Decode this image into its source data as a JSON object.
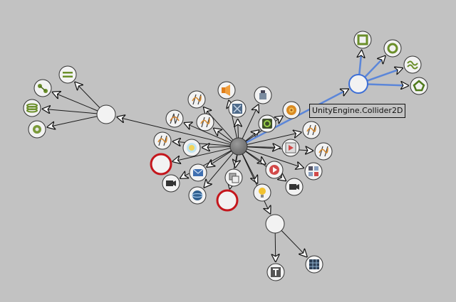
{
  "tooltip": {
    "text": "UnityEngine.Collider2D"
  },
  "colors": {
    "background": "#c2c2c2",
    "edge": "#1a1a1a",
    "highlight_edge": "#5b86d9",
    "hub_fill": "#7f7f7f",
    "node_fill": "#f2f2f2",
    "selected_ring": "#3d6fd6",
    "missing_ring": "#c4161c"
  },
  "nodes": [
    {
      "name": "central-hub-node",
      "kind": "hub",
      "icon": "none"
    },
    {
      "name": "left-hub-node",
      "kind": "empty",
      "icon": "none"
    },
    {
      "name": "bottom-hub-node",
      "kind": "empty",
      "icon": "none"
    },
    {
      "name": "selected-collider2d-node",
      "kind": "selected",
      "icon": "none"
    },
    {
      "name": "missing-script-node-left",
      "kind": "missing",
      "icon": "none"
    },
    {
      "name": "missing-script-node-bottom",
      "kind": "missing",
      "icon": "none"
    },
    {
      "name": "box-collider2d-icon-node",
      "kind": "icon",
      "icon": "box-collider2d-icon"
    },
    {
      "name": "circle-collider2d-icon-node",
      "kind": "icon",
      "icon": "circle-collider2d-icon"
    },
    {
      "name": "edge-collider2d-icon-node",
      "kind": "icon",
      "icon": "edge-collider2d-icon"
    },
    {
      "name": "polygon-collider2d-icon-node",
      "kind": "icon",
      "icon": "polygon-collider2d-icon"
    },
    {
      "name": "slider-joint-icon-node",
      "kind": "icon",
      "icon": "slider-joint-icon"
    },
    {
      "name": "distance-joint-icon-node",
      "kind": "icon",
      "icon": "distance-joint-icon"
    },
    {
      "name": "spring-joint-icon-node",
      "kind": "icon",
      "icon": "spring-joint-icon"
    },
    {
      "name": "hinge-joint-icon-node",
      "kind": "icon",
      "icon": "hinge-joint-icon"
    },
    {
      "name": "script-icon-node-1",
      "kind": "icon",
      "icon": "csharp-script-icon"
    },
    {
      "name": "audio-source-icon-node",
      "kind": "icon",
      "icon": "audio-source-icon"
    },
    {
      "name": "navigation-icon-node",
      "kind": "icon",
      "icon": "navigation-icon"
    },
    {
      "name": "animator-icon-node",
      "kind": "icon",
      "icon": "animator-icon"
    },
    {
      "name": "animation-icon-node",
      "kind": "icon",
      "icon": "animation-icon"
    },
    {
      "name": "particle-system-icon-node",
      "kind": "icon",
      "icon": "particle-system-icon"
    },
    {
      "name": "script-icon-node-2",
      "kind": "icon",
      "icon": "csharp-script-icon"
    },
    {
      "name": "script-icon-node-3",
      "kind": "icon",
      "icon": "csharp-script-icon"
    },
    {
      "name": "script-icon-node-4",
      "kind": "icon",
      "icon": "csharp-script-icon"
    },
    {
      "name": "script-icon-node-5",
      "kind": "icon",
      "icon": "csharp-script-icon"
    },
    {
      "name": "sprite-renderer-icon-node",
      "kind": "icon",
      "icon": "sprite-renderer-icon"
    },
    {
      "name": "video-player-icon-node",
      "kind": "icon",
      "icon": "video-player-icon"
    },
    {
      "name": "mesh-renderer-icon-node",
      "kind": "icon",
      "icon": "mesh-renderer-icon"
    },
    {
      "name": "layout-group-icon-node",
      "kind": "icon",
      "icon": "layout-group-icon"
    },
    {
      "name": "envelope-icon-node",
      "kind": "icon",
      "icon": "envelope-icon"
    },
    {
      "name": "camera-icon-node-left",
      "kind": "icon",
      "icon": "camera-icon"
    },
    {
      "name": "camera-icon-node-right",
      "kind": "icon",
      "icon": "camera-icon"
    },
    {
      "name": "light-probe-icon-node",
      "kind": "icon",
      "icon": "light-probe-icon"
    },
    {
      "name": "rect-transform-icon-node",
      "kind": "icon",
      "icon": "rect-transform-icon"
    },
    {
      "name": "light-icon-node",
      "kind": "icon",
      "icon": "light-icon"
    },
    {
      "name": "text-icon-node",
      "kind": "icon",
      "icon": "text-icon"
    },
    {
      "name": "grid-icon-node",
      "kind": "icon",
      "icon": "grid-icon"
    },
    {
      "name": "sun-gizmo-icon-node",
      "kind": "icon",
      "icon": "sun-gizmo-icon"
    }
  ]
}
